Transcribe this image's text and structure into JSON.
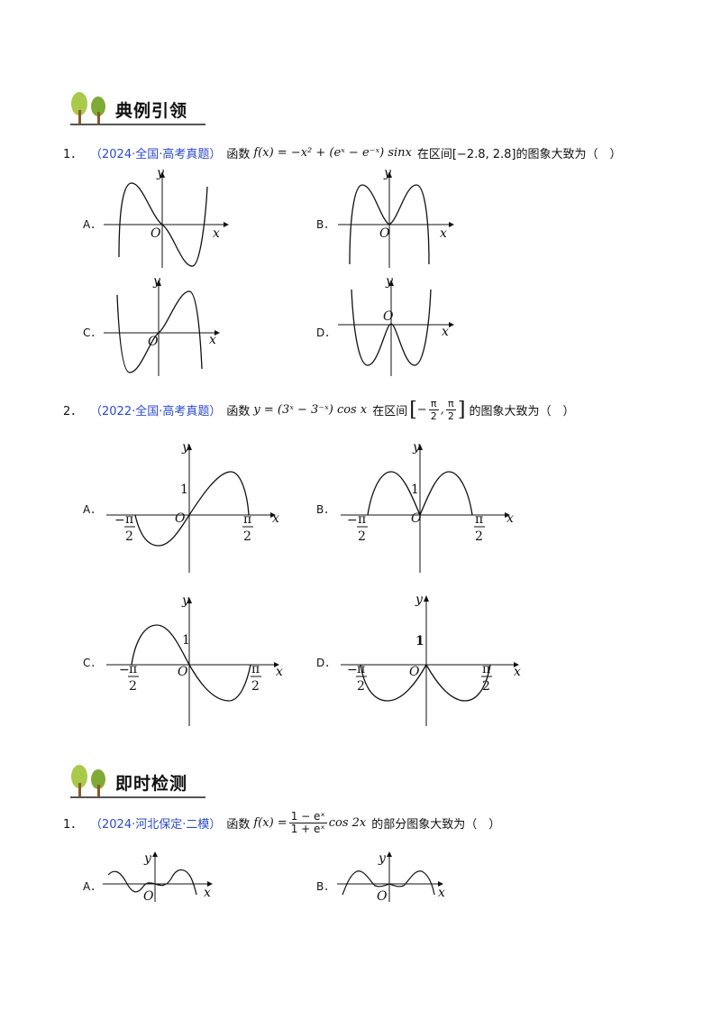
{
  "sections": {
    "example": {
      "title": "典例引领"
    },
    "check": {
      "title": "即时检测"
    }
  },
  "questions": [
    {
      "number": "1．",
      "source": "（2024·全国·高考真题）",
      "lead": "函数",
      "formula": "f(x) = −x² + (eˣ − e⁻ˣ) sinx",
      "tail": "在区间[−2.8, 2.8]的图象大致为（　）",
      "options": [
        "A．",
        "B．",
        "C．",
        "D．"
      ]
    },
    {
      "number": "2．",
      "source": "（2022·全国·高考真题）",
      "lead": "函数",
      "formula": "y = (3ˣ − 3⁻ˣ) cos x",
      "interval_prefix": "在区间",
      "interval_num": "π",
      "interval_den": "2",
      "interval_neg": "−",
      "tail": "的图象大致为（　）",
      "options": [
        "A．",
        "B．",
        "C．",
        "D．"
      ]
    },
    {
      "number": "1．",
      "source": "（2024·河北保定·二模）",
      "lead": "函数",
      "formula_prefix": "f(x) =",
      "formula_num": "1 − eˣ",
      "formula_den": "1 + eˣ",
      "formula_suffix": "cos 2x",
      "tail": "的部分图象大致为（　）",
      "options": [
        "A．",
        "B．"
      ]
    }
  ],
  "axis_labels": {
    "x": "x",
    "y": "y",
    "origin": "O",
    "one": "1",
    "pi": "π",
    "two": "2",
    "minus": "−"
  },
  "colors": {
    "source": "#2b4acb",
    "leaf_light": "#a9c94a",
    "leaf_dark": "#5f8f2a",
    "trunk": "#8a5a2b"
  }
}
